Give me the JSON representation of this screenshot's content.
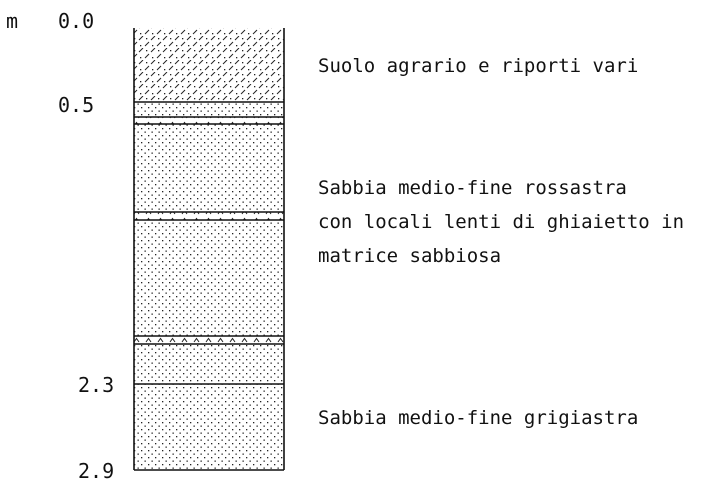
{
  "unit": "m",
  "depth_labels": [
    {
      "value": "0.0"
    },
    {
      "value": "0.5"
    },
    {
      "value": "2.3"
    },
    {
      "value": "2.9"
    }
  ],
  "layers": [
    {
      "pattern": "topsoil",
      "description_lines": [
        "Suolo agrario e riporti  vari"
      ]
    },
    {
      "pattern": "sand",
      "description_lines": [
        "Sabbia medio-fine rossastra",
        "con locali lenti di ghiaietto in",
        "matrice sabbiosa"
      ]
    },
    {
      "pattern": "sand",
      "description_lines": [
        "Sabbia medio-fine grigiastra"
      ]
    }
  ],
  "colors": {
    "ink": "#111111",
    "background": "#ffffff"
  }
}
